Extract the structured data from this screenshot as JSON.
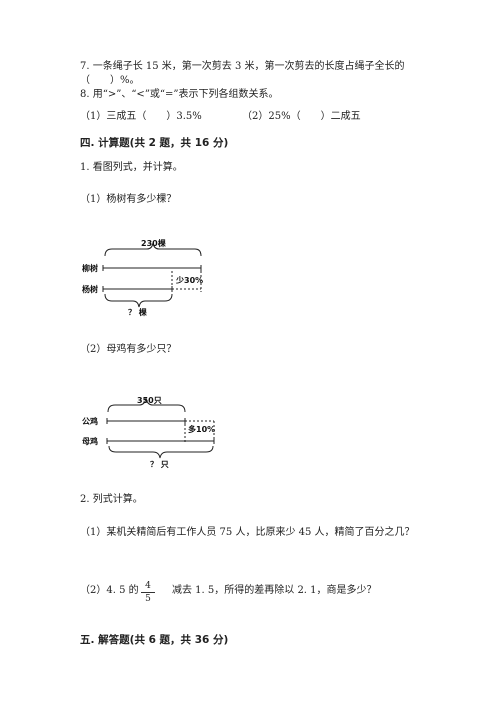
{
  "q7": {
    "line1": "7. 一条绳子长 15 米，第一次剪去 3 米，第一次剪去的长度占绳子全长的",
    "line2": "（　　）%。"
  },
  "q8": {
    "intro": "8. 用“>”、“<”或“=”表示下列各组数关系。",
    "item1": "（1）三成五（　　）3.5%",
    "item2": "（2）25%（　　）二成五"
  },
  "section4": {
    "title": "四. 计算题(共 2 题，共 16 分)",
    "q1": "1. 看图列式，并计算。",
    "q1_1": "（1）杨树有多少棵？",
    "diagram1": {
      "total": "230棵",
      "top": "柳树",
      "bottom": "杨树",
      "diff": "少30%",
      "question": "？ 棵"
    },
    "q1_2": "（2）母鸡有多少只？",
    "diagram2": {
      "total": "350只",
      "top": "公鸡",
      "bottom": "母鸡",
      "diff": "多10%",
      "question": "？ 只"
    },
    "q2": "2. 列式计算。",
    "q2_1": "（1）某机关精简后有工作人员 75 人，比原来少 45 人，精简了百分之几？",
    "q2_2a": "（2）4. 5 的",
    "frac_num": "4",
    "frac_den": "5",
    "q2_2b": "减去 1. 5，所得的差再除以 2. 1，商是多少？"
  },
  "section5": {
    "title": "五. 解答题(共 6 题，共 36 分)"
  }
}
